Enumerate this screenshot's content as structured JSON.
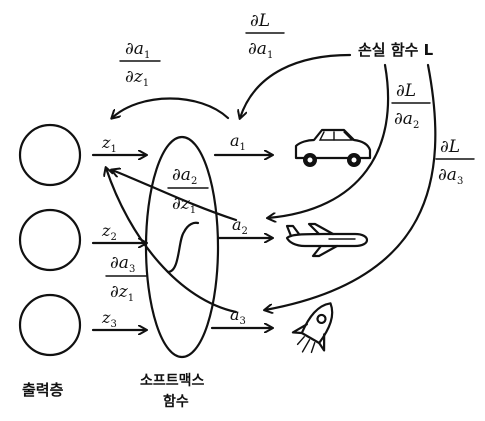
{
  "labels": {
    "output_layer": "출력층",
    "softmax_line1": "소프트맥스",
    "softmax_line2": "함수",
    "loss": "손실 함수 L"
  },
  "variables": {
    "z1": {
      "base": "z",
      "sub": "1"
    },
    "z2": {
      "base": "z",
      "sub": "2"
    },
    "z3": {
      "base": "z",
      "sub": "3"
    },
    "a1": {
      "base": "a",
      "sub": "1"
    },
    "a2": {
      "base": "a",
      "sub": "2"
    },
    "a3": {
      "base": "a",
      "sub": "3"
    }
  },
  "derivatives": {
    "dL_da1": {
      "num": "∂L",
      "den_base": "∂a",
      "den_sub": "1"
    },
    "dL_da2": {
      "num": "∂L",
      "den_base": "∂a",
      "den_sub": "2"
    },
    "dL_da3": {
      "num": "∂L",
      "den_base": "∂a",
      "den_sub": "3"
    },
    "da1_dz1": {
      "num_base": "∂a",
      "num_sub": "1",
      "den_base": "∂z",
      "den_sub": "1"
    },
    "da2_dz1": {
      "num_base": "∂a",
      "num_sub": "2",
      "den_base": "∂z",
      "den_sub": "1"
    },
    "da3_dz1": {
      "num_base": "∂a",
      "num_sub": "3",
      "den_base": "∂z",
      "den_sub": "1"
    }
  },
  "icons": [
    "car-icon",
    "airplane-icon",
    "rocket-icon",
    "sigmoid-curve-icon"
  ]
}
